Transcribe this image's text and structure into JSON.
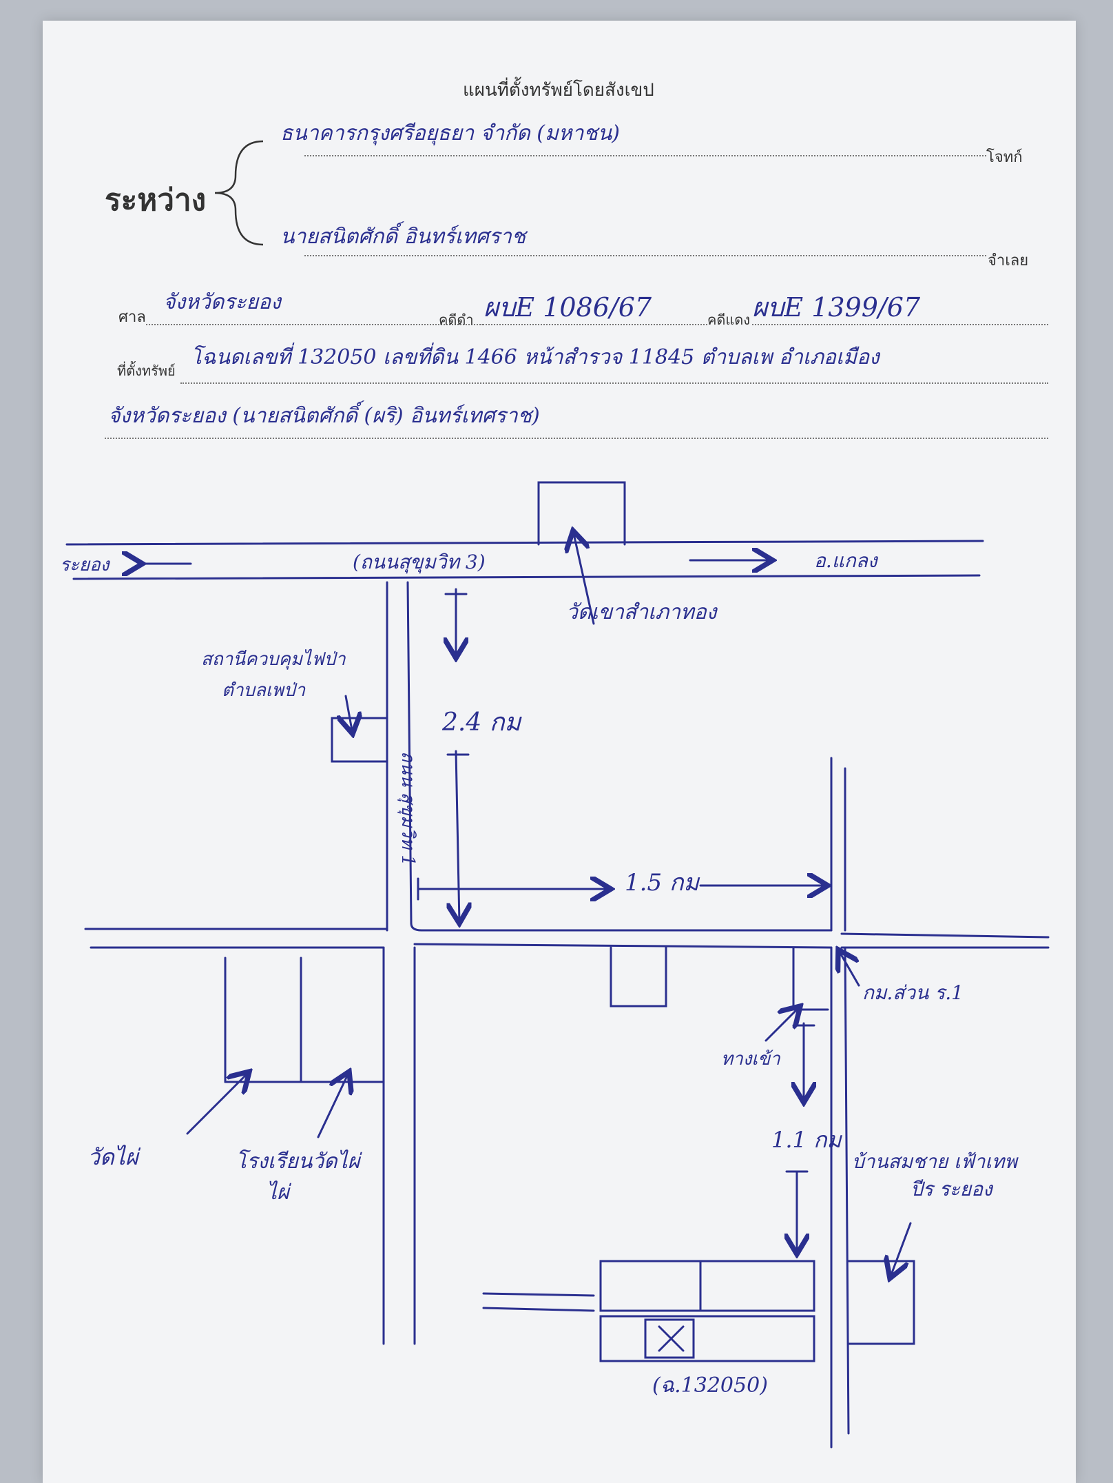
{
  "header": {
    "title": "แผนที่ตั้งทรัพย์โดยสังเขป",
    "between_label": "ระหว่าง",
    "plaintiff_label": "โจทก์",
    "defendant_label": "จำเลย",
    "court_label": "ศาล",
    "black_case_label": "คดีดำ",
    "red_case_label": "คดีแดง",
    "location_label": "ที่ตั้งทรัพย์"
  },
  "handwritten": {
    "plaintiff": "ธนาคารกรุงศรีอยุธยา จำกัด (มหาชน)",
    "defendant": "นายสนิตศักดิ์ อินทร์เทศราช",
    "court": "จังหวัดระยอง",
    "black_case": "ผบE 1086/67",
    "red_case": "ผบE 1399/67",
    "location_line1": "โฉนดเลขที่ 132050 เลขที่ดิน 1466 หน้าสำรวจ 11845 ตำบลเพ อำเภอเมือง",
    "location_line2": "จังหวัดระยอง (นายสนิตศักดิ์ (ผริ) อินทร์เทศราช)"
  },
  "map_labels": {
    "rayong": "ระยอง",
    "road_name": "(ถนนสุขุมวิท 3)",
    "klaeng": "อ.แกลง",
    "temple_top": "วัดเขาสำเภาทอง",
    "forest_office": "สถานีควบคุมไฟป่า",
    "forest_office2": "ตำบลเพป่า",
    "distance_1": "2.4 กม",
    "side_road": "ถนน สุขุมวิท 1",
    "distance_2": "1.5 กม",
    "kilometer_post": "กม.ส่วน ร.1",
    "crossroad": "ทางเข้า",
    "distance_3": "1.1 กม",
    "temple_left": "วัดไผ่",
    "school": "โรงเรียนวัดไผ่",
    "school2": "ไผ่",
    "house_label": "บ้านสมชาย เฟ้าเทพ",
    "house_label2": "ปีร ระยอง",
    "deed_number": "(ฉ.132050)"
  }
}
